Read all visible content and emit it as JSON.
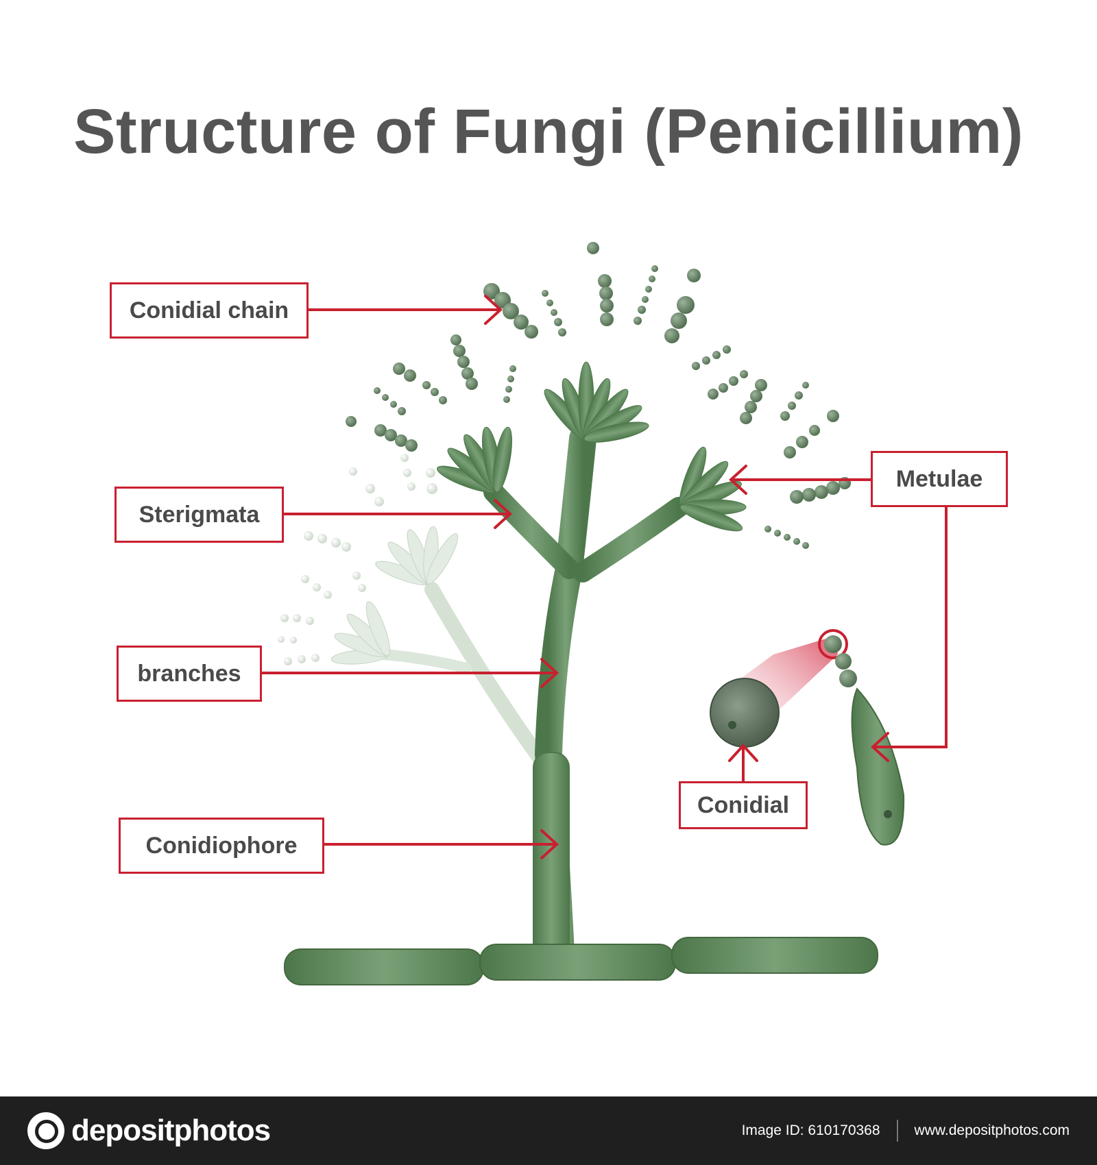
{
  "title": "Structure of Fungi (Penicillium)",
  "labels": {
    "conidial_chain": "Conidial chain",
    "sterigmata": "Sterigmata",
    "branches": "branches",
    "conidiophore": "Conidiophore",
    "metulae": "Metulae",
    "conidial": "Conidial"
  },
  "colors": {
    "accent_red": "#c8202f",
    "fungus_green": "#5f8a5c",
    "fungus_light": "#cfe0cd",
    "text_gray": "#555555"
  },
  "footer": {
    "brand": "depositphotos",
    "image_id": "Image ID: 610170368",
    "site": "www.depositphotos.com"
  }
}
